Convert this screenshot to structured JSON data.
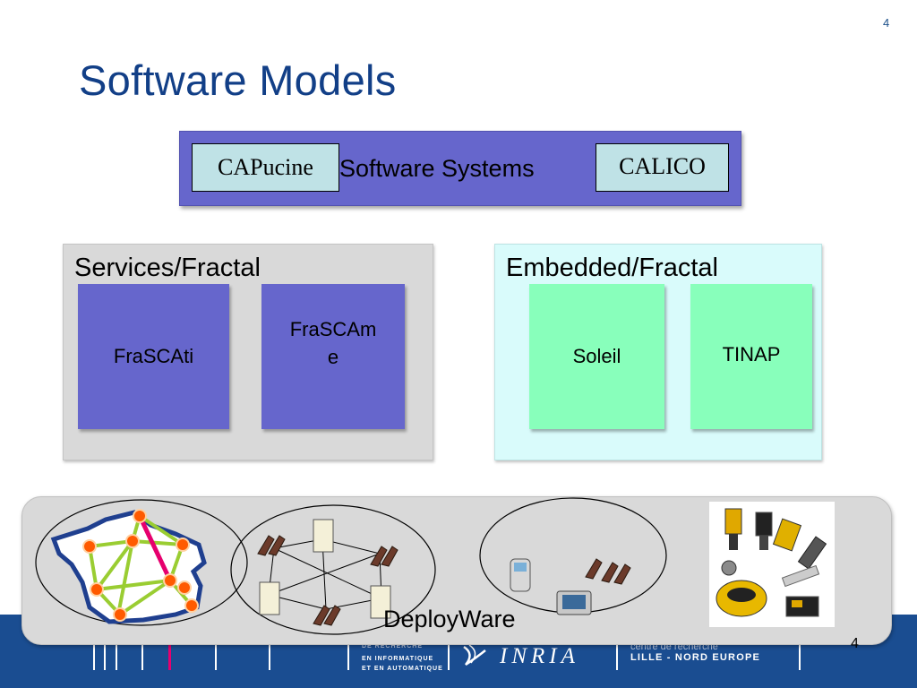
{
  "slide": {
    "page_number_top": "4",
    "page_number_bottom": "4",
    "title": "Software Models"
  },
  "software_systems": {
    "label": "Software Systems",
    "left_box": "CAPucine",
    "right_box": "CALICO",
    "bar_color": "#6666cc",
    "box_color": "#bfe2e6"
  },
  "services_panel": {
    "title": "Services/Fractal",
    "blocks": [
      "FraSCAti",
      "FraSCAm\ne"
    ],
    "block_color": "#6666cc"
  },
  "embedded_panel": {
    "title": "Embedded/Fractal",
    "blocks": [
      "Soleil",
      "TINAP"
    ],
    "block_color": "#88ffbb"
  },
  "deployware": {
    "label": "DeployWare",
    "illustrations": [
      "france-network-map",
      "server-cluster-diagram",
      "mobile-devices-diagram",
      "sensors-photo"
    ]
  },
  "footer": {
    "small_text_top": "DE RECHERCHE",
    "small_text_lines": [
      "EN INFORMATIQUE",
      "ET EN AUTOMATIQUE"
    ],
    "logo_text": "INRIA",
    "centre_text": "centre de recherche",
    "region_text": "LILLE - NORD EUROPE",
    "color": "#1a4d91",
    "accent_color": "#e6006e"
  }
}
